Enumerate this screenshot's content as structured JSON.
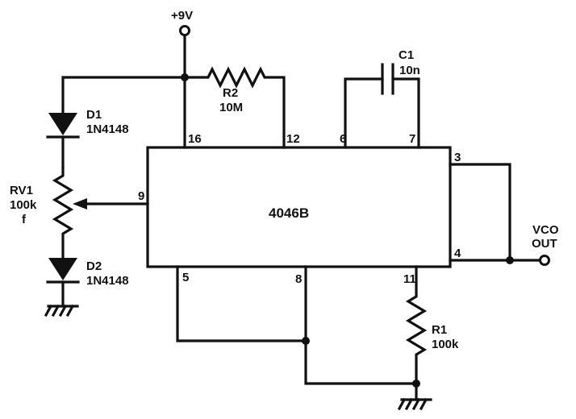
{
  "supply": {
    "label": "+9V"
  },
  "ic": {
    "name": "4046B",
    "pins": {
      "p16": "16",
      "p12": "12",
      "p6": "6",
      "p7": "7",
      "p3": "3",
      "p9": "9",
      "p4": "4",
      "p5": "5",
      "p8": "8",
      "p11": "11"
    }
  },
  "components": {
    "r2": {
      "ref": "R2",
      "value": "10M"
    },
    "c1": {
      "ref": "C1",
      "value": "10n"
    },
    "d1": {
      "ref": "D1",
      "value": "1N4148"
    },
    "rv1": {
      "ref": "RV1",
      "value": "100k",
      "note": "f"
    },
    "d2": {
      "ref": "D2",
      "value": "1N4148"
    },
    "r1": {
      "ref": "R1",
      "value": "100k"
    }
  },
  "output": {
    "line1": "VCO",
    "line2": "OUT"
  },
  "colors": {
    "ink": "#111111",
    "paper": "#ffffff"
  }
}
